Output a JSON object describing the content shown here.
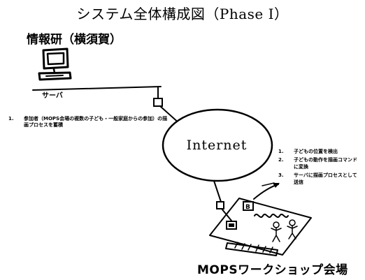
{
  "title": "システム全体構成図（Phase I）",
  "lab": {
    "name": "情報研（横須賀）",
    "server_caption": "サーバ"
  },
  "internet_label": "Internet",
  "venue_label": "MOPSワークショップ会場",
  "venue_board_marker": "B",
  "left_steps": [
    {
      "num": "1.",
      "text": "参加者（MOPS会場の複数の子ども・一般家庭からの参加）の描画プロセスを蓄積"
    }
  ],
  "right_steps": [
    {
      "num": "1.",
      "text": "子どもの位置を検出"
    },
    {
      "num": "2.",
      "text": "子どもの動作を描画コマンドに変換"
    },
    {
      "num": "3.",
      "text": "サーバに描画プロセスとして送信"
    }
  ]
}
